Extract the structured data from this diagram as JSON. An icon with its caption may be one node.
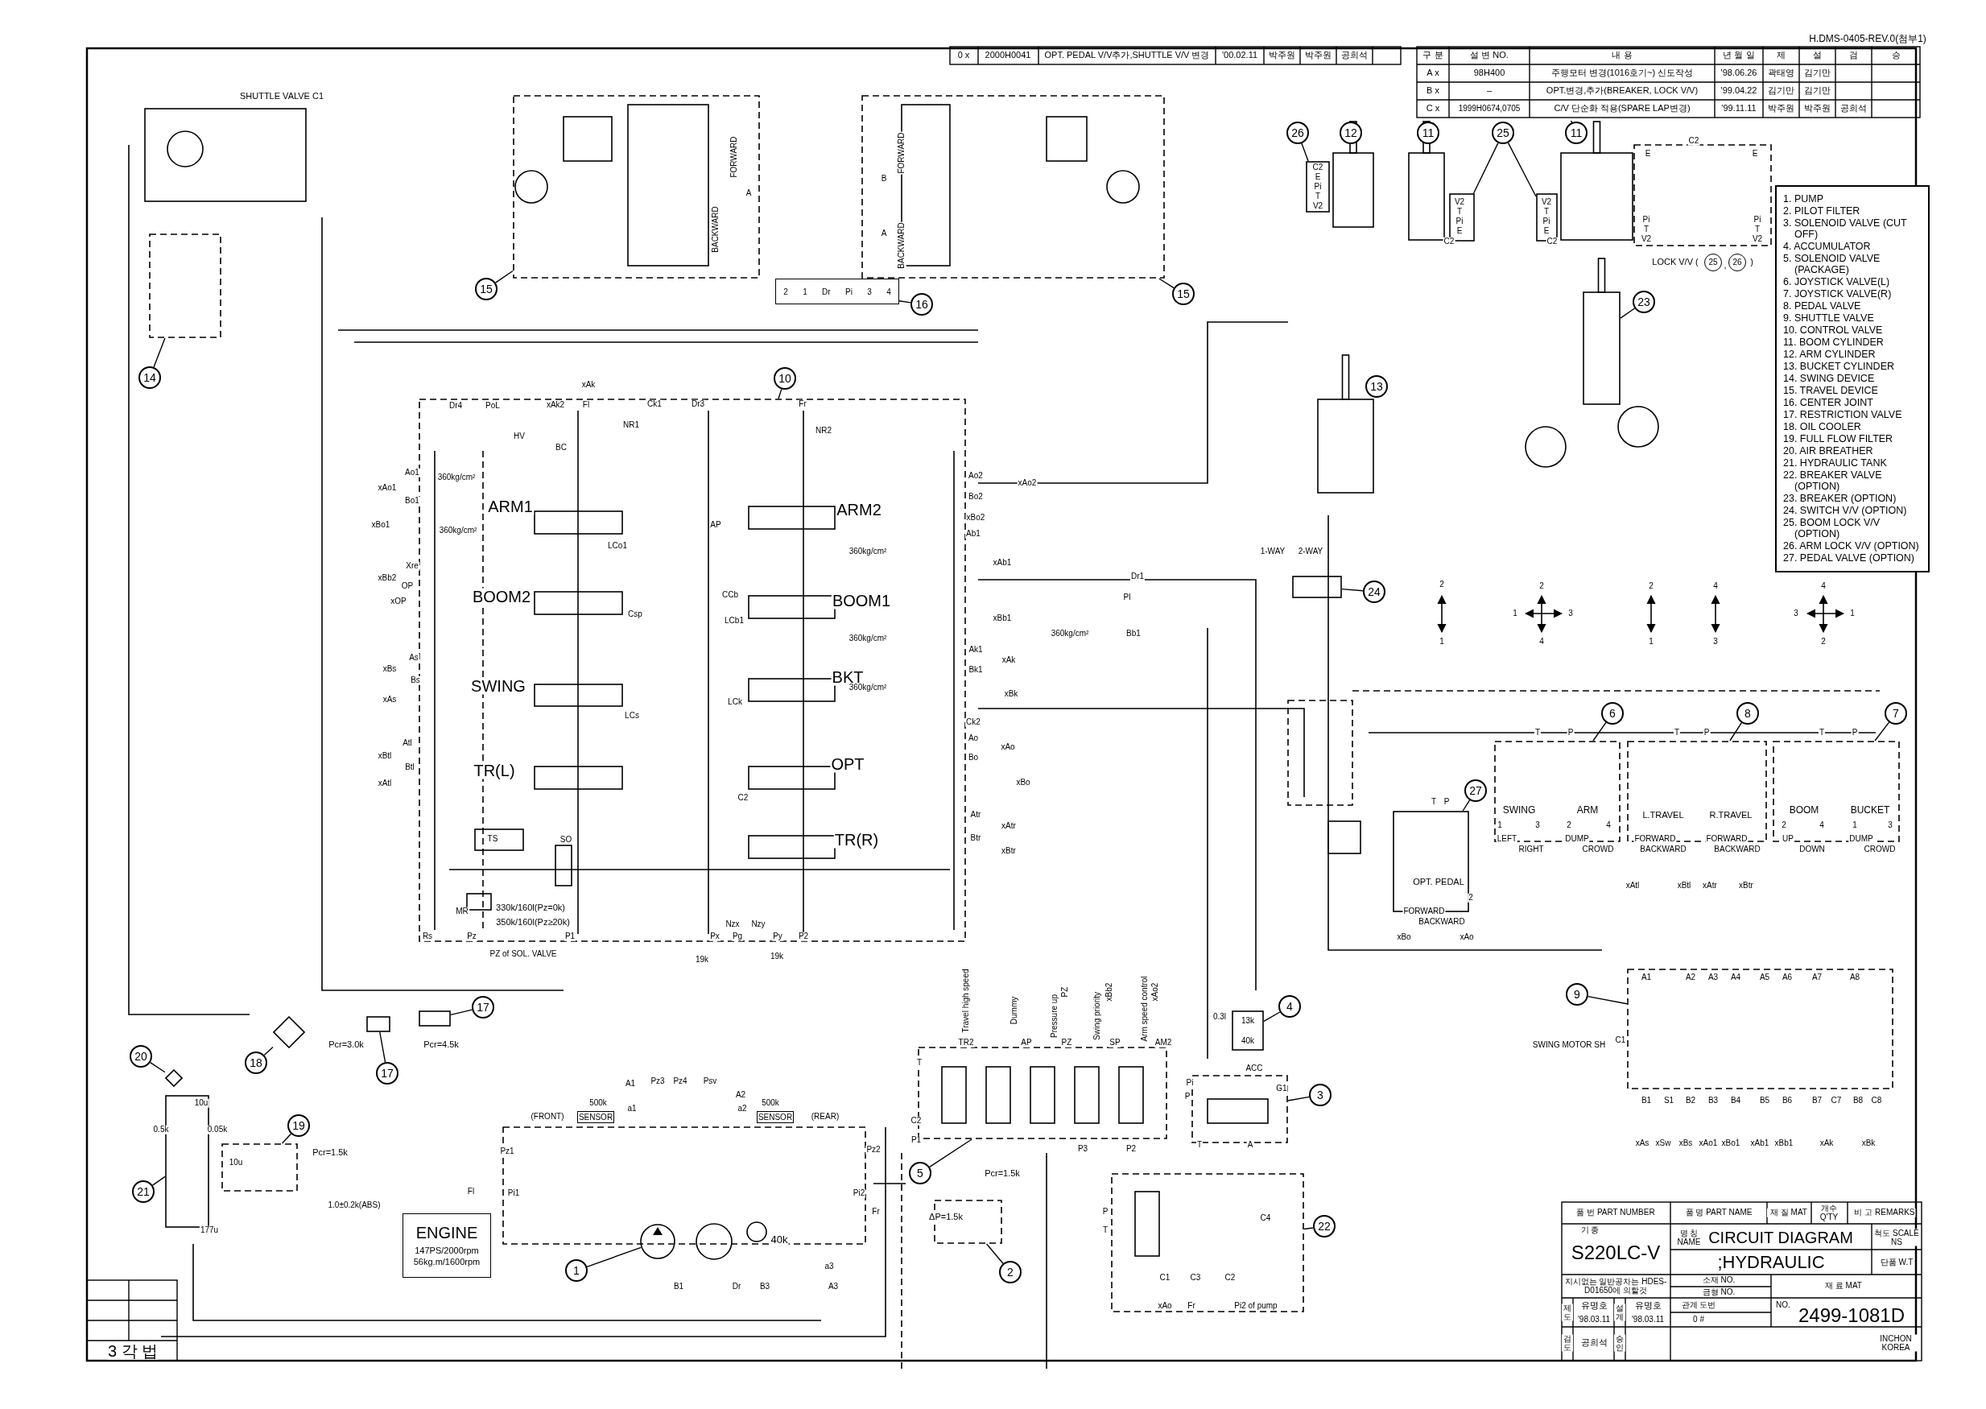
{
  "diagram": {
    "nodes": [
      {
        "text": [
          "26"
        ]
      },
      {
        "text": [
          "12"
        ]
      },
      {
        "text": [
          "11"
        ]
      },
      {
        "text": [
          "25"
        ]
      },
      {
        "text": [
          "11"
        ]
      },
      {
        "text": [
          "15"
        ]
      },
      {
        "text": [
          "15"
        ]
      },
      {
        "text": [
          "16"
        ]
      },
      {
        "text": [
          "23"
        ]
      },
      {
        "text": [
          "14"
        ]
      },
      {
        "text": [
          "13"
        ]
      },
      {
        "text": [
          "10"
        ]
      },
      {
        "text": [
          "24"
        ]
      },
      {
        "text": [
          "6"
        ]
      },
      {
        "text": [
          "8"
        ]
      },
      {
        "text": [
          "7"
        ]
      },
      {
        "text": [
          "27"
        ]
      },
      {
        "text": [
          "9"
        ]
      },
      {
        "text": [
          "4"
        ]
      },
      {
        "text": [
          "17"
        ]
      },
      {
        "text": [
          "18"
        ]
      },
      {
        "text": [
          "17"
        ]
      },
      {
        "text": [
          "20"
        ]
      },
      {
        "text": [
          "3"
        ]
      },
      {
        "text": [
          "19"
        ]
      },
      {
        "text": [
          "5"
        ]
      },
      {
        "text": [
          "21"
        ]
      },
      {
        "text": [
          "22"
        ]
      },
      {
        "text": [
          "2"
        ]
      },
      {
        "text": [
          "1"
        ]
      },
      {
        "text": [
          "ENGINE",
          "147PS/2000rpm 56kg.m/1600rpm"
        ]
      },
      {
        "text": [
          "SENSOR"
        ]
      },
      {
        "text": [
          "SENSOR"
        ]
      },
      {
        "text": [
          "2",
          "1",
          "Dr",
          "Pi",
          "3",
          "4"
        ]
      },
      {
        "text": [],
        "shape": "box"
      },
      {
        "text": [],
        "shape": "box"
      },
      {
        "text": [],
        "shape": "box"
      },
      {
        "text": [],
        "shape": "box"
      },
      {
        "text": [],
        "shape": "box"
      },
      {
        "text": [],
        "shape": "box"
      },
      {
        "text": [],
        "shape": "box"
      },
      {
        "text": [],
        "shape": "box"
      },
      {
        "text": [],
        "shape": "box"
      },
      {
        "text": [],
        "shape": "box"
      },
      {
        "text": [],
        "shape": "box"
      },
      {
        "text": [],
        "shape": "box"
      },
      {
        "text": [],
        "shape": "box"
      },
      {
        "text": [],
        "shape": "box"
      },
      {
        "text": [],
        "shape": "box"
      },
      {
        "text": [],
        "shape": "box"
      },
      {
        "text": [],
        "shape": "box"
      },
      {
        "text": [],
        "shape": "box"
      },
      {
        "text": [],
        "shape": "box"
      },
      {
        "text": [],
        "shape": "box"
      },
      {
        "text": [],
        "shape": "diamond"
      },
      {
        "text": [],
        "shape": "box"
      },
      {
        "text": [],
        "shape": "diamond"
      },
      {
        "text": [],
        "shape": "box"
      },
      {
        "text": [],
        "shape": "box"
      },
      {
        "text": [],
        "shape": "box"
      },
      {
        "text": [],
        "shape": "box"
      },
      {
        "text": [],
        "shape": "box"
      },
      {
        "text": [],
        "shape": "box"
      },
      {
        "text": [],
        "shape": "circle"
      }
    ],
    "edges": [
      {
        "from": 0,
        "to": 34,
        "arrow": "none"
      },
      {
        "from": 1,
        "to": 35,
        "arrow": "none"
      },
      {
        "from": 2,
        "to": 36,
        "arrow": "none"
      },
      {
        "from": 3,
        "to": 37,
        "arrow": "none"
      },
      {
        "from": 3,
        "to": 38,
        "arrow": "none"
      },
      {
        "from": 4,
        "to": 39,
        "arrow": "none"
      },
      {
        "from": 5,
        "to": 40,
        "arrow": "none"
      },
      {
        "from": 6,
        "to": 41,
        "arrow": "none"
      },
      {
        "from": 7,
        "to": 33,
        "arrow": "none"
      },
      {
        "from": 8,
        "to": 42,
        "arrow": "none"
      },
      {
        "from": 9,
        "to": 43,
        "arrow": "none"
      },
      {
        "from": 10,
        "to": 44,
        "arrow": "none"
      },
      {
        "from": 11,
        "to": 45,
        "arrow": "none"
      },
      {
        "from": 12,
        "to": 46,
        "arrow": "none"
      },
      {
        "from": 13,
        "to": 47,
        "arrow": "none"
      },
      {
        "from": 14,
        "to": 48,
        "arrow": "none"
      },
      {
        "from": 15,
        "to": 49,
        "arrow": "none"
      },
      {
        "from": 16,
        "to": 50,
        "arrow": "none"
      },
      {
        "from": 17,
        "to": 51,
        "arrow": "none"
      },
      {
        "from": 18,
        "to": 52,
        "arrow": "none"
      },
      {
        "from": 19,
        "to": 53,
        "arrow": "none"
      },
      {
        "from": 20,
        "to": 54,
        "arrow": "none"
      },
      {
        "from": 21,
        "to": 55,
        "arrow": "none"
      },
      {
        "from": 22,
        "to": 56,
        "arrow": "none"
      },
      {
        "from": 23,
        "to": 57,
        "arrow": "none"
      },
      {
        "from": 24,
        "to": 58,
        "arrow": "none"
      },
      {
        "from": 25,
        "to": 59,
        "arrow": "none"
      },
      {
        "from": 26,
        "to": 60,
        "arrow": "none"
      },
      {
        "from": 27,
        "to": 61,
        "arrow": "none"
      },
      {
        "from": 28,
        "to": 62,
        "arrow": "none"
      },
      {
        "from": 29,
        "to": 63,
        "arrow": "none"
      }
    ],
    "labels": [
      "H.DMS-0405-REV.0(첨부1)",
      "0 x",
      "2000H0041",
      "OPT. PEDAL V/V추가,SHUTTLE V/V 변경",
      "'00.02.11",
      "박주원",
      "박주원",
      "공희석",
      "구 분",
      "설 변 NO.",
      "내 용",
      "년 월 일",
      "제",
      "설",
      "검",
      "승",
      "A x",
      "98H400",
      "주행모터 변경(1016호기~) 신도작성",
      "'98.06.26",
      "곽태영",
      "김기만",
      "B x",
      "–",
      "OPT.변경,추가(BREAKER, LOCK V/V)",
      "'99.04.22",
      "김기만",
      "김기만",
      "C x",
      "1999H0674,0705",
      "C/V 단순화 적용(SPARE LAP변경)",
      "'99.11.11",
      "박주원",
      "박주원",
      "공희석",
      "SHUTTLE VALVE C1",
      "FORWARD",
      "A",
      "BACKWARD",
      "B",
      "FORWARD",
      "A",
      "BACKWARD",
      "C2",
      "E",
      "Pi",
      "T",
      "V2",
      "V2",
      "T",
      "Pi",
      "E",
      "C2",
      "V2",
      "T",
      "Pi",
      "E",
      "C2",
      "C2",
      "E",
      "E",
      "Pi",
      "T",
      "V2",
      "Pi",
      "T",
      "V2",
      "LOCK V/V (",
      "25",
      ",",
      "26",
      ")",
      "xAk",
      "Dr4",
      "PoL",
      "xAk2",
      "Fl",
      "Ck1",
      "Dr3",
      "Fr",
      "NR1",
      "NR2",
      "HV",
      "BC",
      "Ao1",
      "360kg/cm²",
      "Ao2",
      "xAo1",
      "xAo2",
      "Bo1",
      "Bo2",
      "ARM1",
      "ARM2",
      "xBo1",
      "xBo2",
      "AP",
      "360kg/cm²",
      "Ab1",
      "LCo1",
      "360kg/cm²",
      "xAb1",
      "Xre",
      "xBb2",
      "OP",
      "CCb",
      "BOOM2",
      "BOOM1",
      "xOP",
      "Csp",
      "LCb1",
      "xBb1",
      "360kg/cm²",
      "Ak1",
      "As",
      "xAk",
      "xBs",
      "Bk1",
      "BKT",
      "Bs",
      "SWING",
      "360kg/cm²",
      "xBk",
      "xAs",
      "LCk",
      "LCs",
      "Ck2",
      "Ao",
      "Atl",
      "xAo",
      "xBtl",
      "Bo",
      "OPT",
      "Btl",
      "TR(L)",
      "xAtl",
      "xBo",
      "C2",
      "Atr",
      "xAtr",
      "TS",
      "SO",
      "TR(R)",
      "Btr",
      "xBtr",
      "MR",
      "330k/160l(Pz=0k)",
      "350k/160l(Pz≥20k)",
      "Nzx",
      "Nzy",
      "Rs",
      "Pz",
      "P1",
      "Px",
      "Pg",
      "Py",
      "P2",
      "Dr1",
      "Pl",
      "360kg/cm²",
      "Bb1",
      "PZ of SOL. VALVE",
      "19k",
      "19k",
      "Pcr=3.0k",
      "Pcr=4.5k",
      "10u",
      "0.5k",
      "0.05k",
      "10u",
      "Pcr=1.5k",
      "1.0±0.2k(ABS)",
      "177u",
      "(FRONT)",
      "500k",
      "a1",
      "A1",
      "Pz3",
      "Pz4",
      "Psv",
      "A2",
      "a2",
      "500k",
      "(REAR)",
      "Pz1",
      "Pz2",
      "Fl",
      "Pi1",
      "Pi2",
      "Fr",
      "40k",
      "a3",
      "B1",
      "Dr",
      "B3",
      "A3",
      "Travel high speed",
      "Dummy",
      "PZ",
      "Pressure up",
      "xBb2",
      "Swing priority",
      "xAo2",
      "Arm speed control",
      "TR2",
      "AP",
      "PZ",
      "SP",
      "AM2",
      "T",
      "C2",
      "P1",
      "P3",
      "P2",
      "0.3l",
      "13k",
      "40k",
      "Pi",
      "ACC",
      "G1",
      "P",
      "T",
      "A",
      "Pcr=1.5k",
      "ΔP=1.5k",
      "P",
      "T",
      "C4",
      "C1",
      "C3",
      "C2",
      "xAo",
      "Fr",
      "Pi2 of pump",
      "1-WAY",
      "2-WAY",
      "2",
      "1",
      "2",
      "1",
      "3",
      "4",
      "2",
      "1",
      "4",
      "3",
      "4",
      "3",
      "1",
      "2",
      "T",
      "P",
      "SWING",
      "ARM",
      "1",
      "3",
      "2",
      "4",
      "LEFT",
      "RIGHT",
      "DUMP",
      "CROWD",
      "T",
      "P",
      "L.TRAVEL",
      "R.TRAVEL",
      "FORWARD",
      "BACKWARD",
      "FORWARD",
      "BACKWARD",
      "T",
      "P",
      "BOOM",
      "BUCKET",
      "2",
      "4",
      "1",
      "3",
      "UP",
      "DOWN",
      "DUMP",
      "CROWD",
      "xAtl",
      "xBtl",
      "xAtr",
      "xBtr",
      "T",
      "P",
      "OPT. PEDAL",
      "2",
      "FORWARD",
      "BACKWARD",
      "xBo",
      "xAo",
      "A1",
      "A2",
      "A3",
      "A4",
      "A5",
      "A6",
      "A7",
      "A8",
      "SWING MOTOR SH",
      "C1",
      "B1",
      "S1",
      "B2",
      "B3",
      "B4",
      "B5",
      "B6",
      "B7",
      "C7",
      "B8",
      "C8",
      "xAs",
      "xSw",
      "xBs",
      "xAo1",
      "xBo1",
      "xAb1",
      "xBb1",
      "xAk",
      "xBk",
      "1. PUMP",
      "2. PILOT FILTER",
      "3. SOLENOID VALVE (CUT OFF)",
      "4. ACCUMULATOR",
      "5. SOLENOID VALVE (PACKAGE)",
      "6. JOYSTICK VALVE(L)",
      "7. JOYSTICK VALVE(R)",
      "8. PEDAL VALVE",
      "9. SHUTTLE VALVE",
      "10. CONTROL VALVE",
      "11. BOOM CYLINDER",
      "12. ARM CYLINDER",
      "13. BUCKET CYLINDER",
      "14. SWING DEVICE",
      "15. TRAVEL DEVICE",
      "16. CENTER JOINT",
      "17. RESTRICTION VALVE",
      "18. OIL COOLER",
      "19. FULL FLOW FILTER",
      "20. AIR BREATHER",
      "21. HYDRAULIC TANK",
      "22. BREAKER VALVE (OPTION)",
      "23. BREAKER (OPTION)",
      "24. SWITCH V/V (OPTION)",
      "25. BOOM LOCK V/V (OPTION)",
      "26. ARM LOCK V/V (OPTION)",
      "27. PEDAL VALVE (OPTION)",
      "품 번 PART NUMBER",
      "품 명 PART NAME",
      "재 질 MAT",
      "개수 Q'TY",
      "비 고 REMARKS",
      "기 종",
      "S220LC-V",
      "명 칭 NAME",
      "CIRCUIT DIAGRAM",
      "척도 SCALE NS",
      ";HYDRAULIC",
      "단품 W.T",
      "지시없는 일반공차는 HDES-D01650에 의할것",
      "소재 NO.",
      "금형 NO.",
      "재 료 MAT",
      "제 도",
      "유명호",
      "설 계",
      "유명호",
      "관계 도번",
      "NO.",
      "'98.03.11",
      "'98.03.11",
      "0 #",
      "2499-1081D",
      "검 도",
      "공희석",
      "승 인",
      "INCHON KOREA",
      "3 각 법"
    ]
  }
}
